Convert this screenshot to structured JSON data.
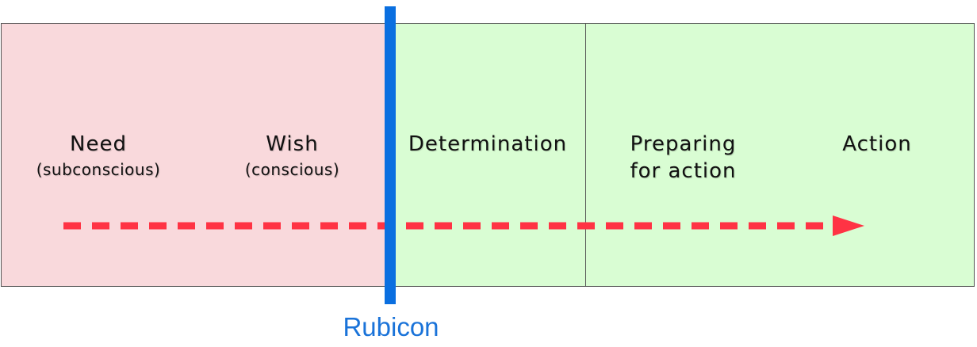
{
  "stages": [
    {
      "title": "Need",
      "subtitle": "(subconscious)",
      "zone": "pre"
    },
    {
      "title": "Wish",
      "subtitle": "(conscious)",
      "zone": "pre"
    },
    {
      "title": "Determination",
      "subtitle": "",
      "zone": "post"
    },
    {
      "title": "Preparing",
      "title_line2": "for action",
      "zone": "post"
    },
    {
      "title": "Action",
      "subtitle": "",
      "zone": "post"
    }
  ],
  "divider": {
    "label": "Rubicon",
    "color": "#0a6fe0"
  },
  "colors": {
    "pre_zone": "#f9d9dc",
    "post_zone": "#d9fdd3",
    "arrow": "#ff3344"
  }
}
